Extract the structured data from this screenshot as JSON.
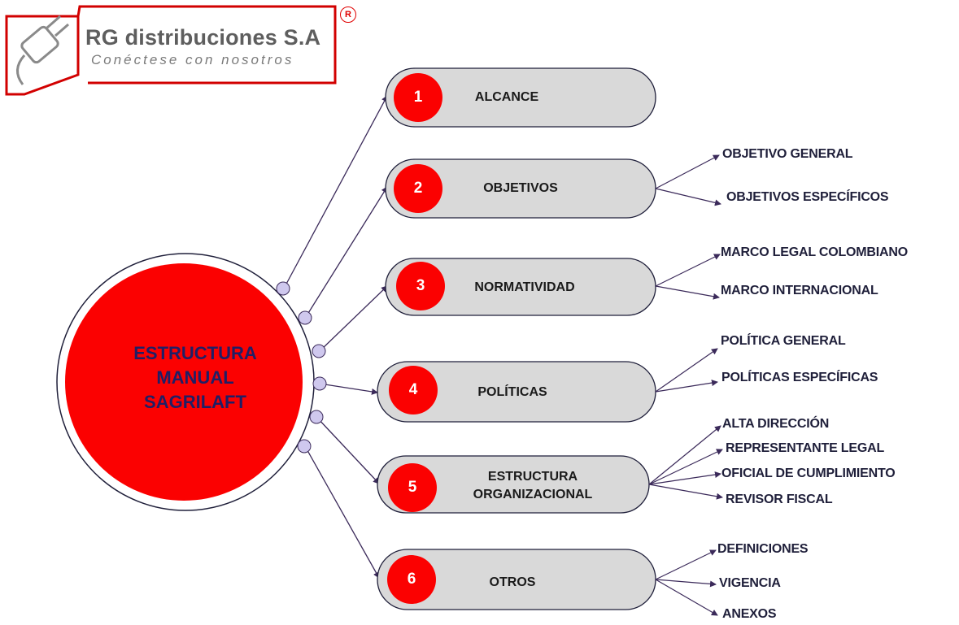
{
  "logo": {
    "name": "RG distribuciones S.A",
    "tagline": "Conéctese con nosotros",
    "registered": "R"
  },
  "center": {
    "line1": "ESTRUCTURA",
    "line2": "MANUAL",
    "line3": "SAGRILAFT"
  },
  "sections": [
    {
      "number": "1",
      "title_line1": "ALCANCE",
      "title_line2": ""
    },
    {
      "number": "2",
      "title_line1": "OBJETIVOS",
      "title_line2": ""
    },
    {
      "number": "3",
      "title_line1": "NORMATIVIDAD",
      "title_line2": ""
    },
    {
      "number": "4",
      "title_line1": "POLÍTICAS",
      "title_line2": ""
    },
    {
      "number": "5",
      "title_line1": "ESTRUCTURA",
      "title_line2": "ORGANIZACIONAL"
    },
    {
      "number": "6",
      "title_line1": "OTROS",
      "title_line2": ""
    }
  ],
  "branches": {
    "objetivos": [
      "OBJETIVO GENERAL",
      "OBJETIVOS ESPECÍFICOS"
    ],
    "normatividad": [
      "MARCO LEGAL COLOMBIANO",
      "MARCO INTERNACIONAL"
    ],
    "politicas": [
      "POLÍTICA GENERAL",
      "POLÍTICAS ESPECÍFICAS"
    ],
    "estructura": [
      "ALTA DIRECCIÓN",
      "REPRESENTANTE LEGAL",
      "OFICIAL DE CUMPLIMIENTO",
      "REVISOR FISCAL"
    ],
    "otros": [
      "DEFINICIONES",
      "VIGENCIA",
      "ANEXOS"
    ]
  },
  "colors": {
    "accent_red": "#fb0101",
    "pill_fill": "#d9d9d9",
    "pill_border": "#1f1f3a",
    "connector": "#3b2a5a",
    "node_fill": "#cfc8ee",
    "logo_red": "#e00000"
  }
}
